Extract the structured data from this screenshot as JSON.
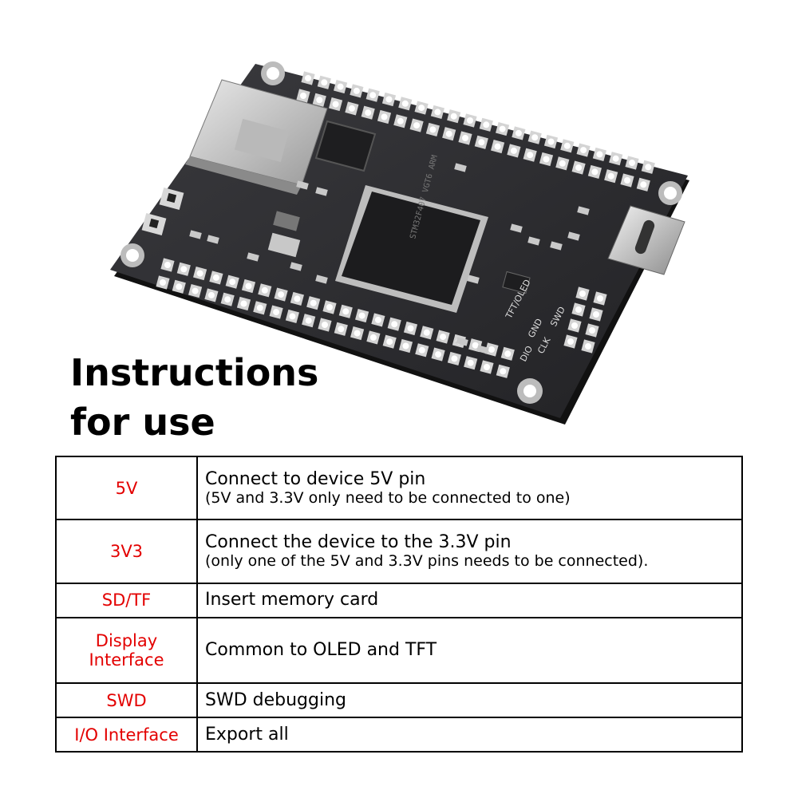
{
  "title_lines": [
    "Instructions",
    "for use"
  ],
  "board": {
    "chip_text": "STM32F407 VGT6 ARM",
    "silkscreen": {
      "swd": "SWD",
      "tft_oled": "TFT/OLED",
      "clk": "CLK",
      "gnd": "GND",
      "dio": "DIO"
    },
    "colors": {
      "pcb": "#2b2b2e",
      "pad": "#cfcfcf",
      "chip": "#1c1c1e"
    }
  },
  "rows": [
    {
      "label": [
        "5V"
      ],
      "line1": "Connect to device 5V pin",
      "line2": "(5V and 3.3V only need to be connected to one)"
    },
    {
      "label": [
        "3V3"
      ],
      "line1": "Connect the device to the 3.3V pin",
      "line2": "(only one of the 5V and 3.3V pins needs to be connected)."
    },
    {
      "label": [
        "SD/TF"
      ],
      "line1": "Insert memory card",
      "line2": ""
    },
    {
      "label": [
        "Display",
        "Interface"
      ],
      "line1": "Common to OLED and TFT",
      "line2": ""
    },
    {
      "label": [
        "SWD"
      ],
      "line1": "SWD debugging",
      "line2": ""
    },
    {
      "label": [
        "I/O Interface"
      ],
      "line1": "Export all",
      "line2": ""
    }
  ],
  "colors": {
    "label_red": "#e30000",
    "text": "#000000",
    "border": "#000000"
  }
}
